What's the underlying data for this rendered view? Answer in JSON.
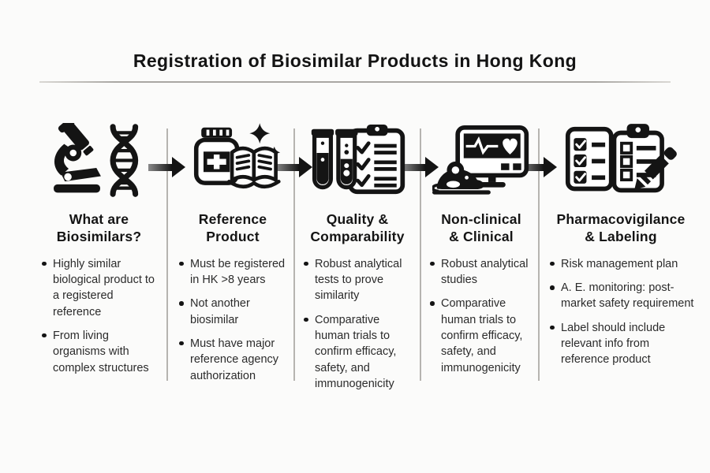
{
  "title": "Registration of Biosimilar Products in Hong Kong",
  "colors": {
    "background": "#fbfbfa",
    "ink": "#141414",
    "text": "#2b2b2b",
    "divider": "#b6b4b0",
    "arrow_start": "#8a8a8a",
    "arrow_end": "#141414"
  },
  "arrows": {
    "icon": "right-arrow-icon",
    "count": 4
  },
  "columns": [
    {
      "id": "what-are-biosimilars",
      "icon": "microscope-dna-icon",
      "heading_lines": [
        "What are",
        "Biosimilars?"
      ],
      "bullets": [
        "Highly similar biological product to a registered reference",
        "From living organisms with complex structures"
      ]
    },
    {
      "id": "reference-product",
      "icon": "medicine-bottle-book-icon",
      "heading_lines": [
        "Reference",
        "Product"
      ],
      "bullets": [
        "Must be registered in HK >8 years",
        "Not another biosimilar",
        "Must have major reference agency authorization"
      ]
    },
    {
      "id": "quality-comparability",
      "icon": "test-tubes-checklist-icon",
      "heading_lines": [
        "Quality &",
        "Comparability"
      ],
      "bullets": [
        "Robust analytical tests to prove similarity",
        "Comparative human trials to confirm efficacy, safety, and immunogenicity"
      ]
    },
    {
      "id": "non-clinical-clinical",
      "icon": "lab-mouse-heart-monitor-icon",
      "heading_lines": [
        "Non-clinical",
        "& Clinical"
      ],
      "bullets": [
        "Robust analytical studies",
        "Comparative human trials to confirm efficacy, safety, and immunogenicity"
      ]
    },
    {
      "id": "pharmacovigilance-labeling",
      "icon": "checklist-clipboard-pen-icon",
      "heading_lines": [
        "Pharmacovigilance",
        "& Labeling"
      ],
      "bullets": [
        "Risk management plan",
        "A. E. monitoring: post-market safety requirement",
        "Label should include relevant info from reference product"
      ]
    }
  ]
}
